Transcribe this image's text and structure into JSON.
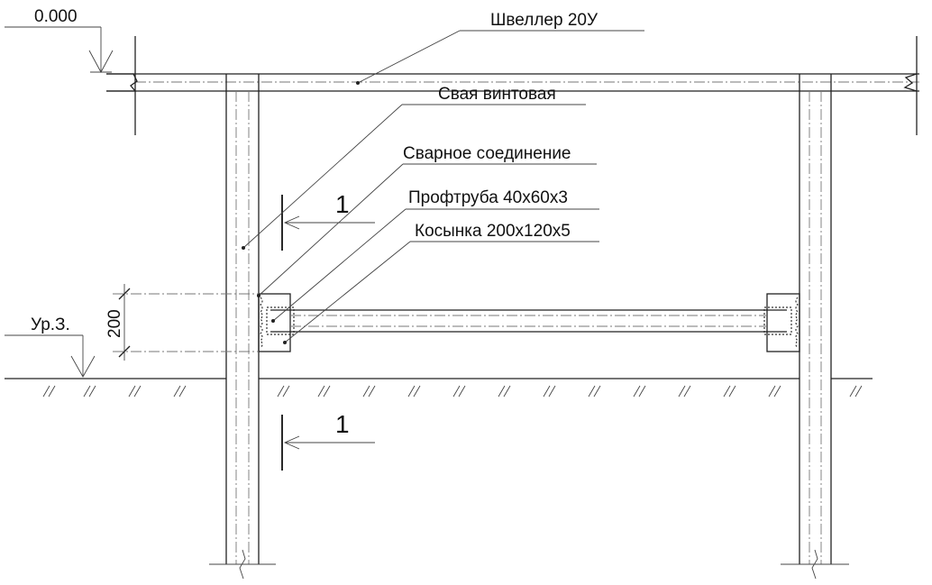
{
  "elevations": {
    "top": "0.000",
    "ground": "Ур.З."
  },
  "callouts": {
    "channel": "Швеллер 20У",
    "pile": "Свая винтовая",
    "weld": "Сварное соединение",
    "tube": "Профтруба 40х60х3",
    "gusset": "Косынка 200х120х5"
  },
  "section_marks": {
    "upper": "1",
    "lower": "1"
  },
  "dimensions": {
    "gusset_height": "200"
  }
}
